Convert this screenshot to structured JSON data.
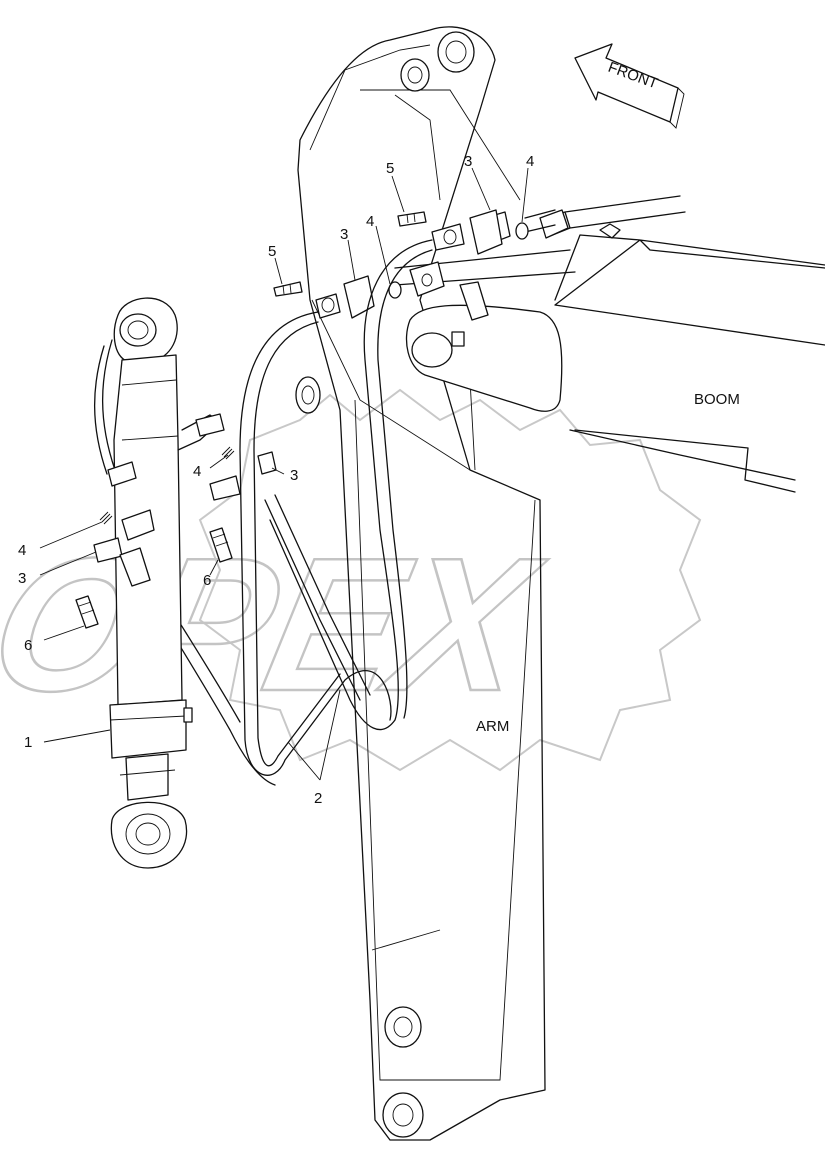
{
  "watermark": {
    "text": "OPEX"
  },
  "front_indicator": {
    "text": "FRONT"
  },
  "region_labels": {
    "boom": "BOOM",
    "arm": "ARM"
  },
  "callouts": [
    {
      "id": "c1",
      "text": "1"
    },
    {
      "id": "c2",
      "text": "2"
    },
    {
      "id": "c3a",
      "text": "3"
    },
    {
      "id": "c3b",
      "text": "3"
    },
    {
      "id": "c3c",
      "text": "3"
    },
    {
      "id": "c3d",
      "text": "3"
    },
    {
      "id": "c4a",
      "text": "4"
    },
    {
      "id": "c4b",
      "text": "4"
    },
    {
      "id": "c4c",
      "text": "4"
    },
    {
      "id": "c4d",
      "text": "4"
    },
    {
      "id": "c5a",
      "text": "5"
    },
    {
      "id": "c5b",
      "text": "5"
    },
    {
      "id": "c6a",
      "text": "6"
    },
    {
      "id": "c6b",
      "text": "6"
    }
  ]
}
